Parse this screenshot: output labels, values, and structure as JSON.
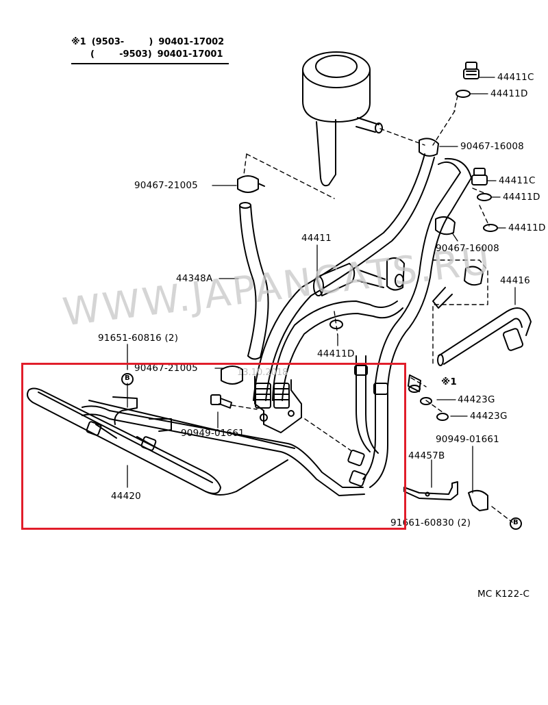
{
  "header": {
    "row1_mark": "※1",
    "row1_range": "(9503-        )",
    "row1_part": "90401-17002",
    "row2_range": "(        -9503)",
    "row2_part": "90401-17001"
  },
  "labels": {
    "p44411C_top": "44411C",
    "p44411D_top": "44411D",
    "p90467_16008_top": "90467-16008",
    "p90467_21005_top": "90467-21005",
    "p44411C_mid": "44411C",
    "p44411D_mid1": "44411D",
    "p44411D_mid2": "44411D",
    "p44411": "44411",
    "p90467_16008_mid": "90467-16008",
    "p44348A": "44348A",
    "p44416": "44416",
    "p91651_60816": "91651-60816 (2)",
    "p44411D_low": "44411D",
    "p90467_21005_low": "90467-21005",
    "p_mark1": "※1",
    "p44423G_1": "44423G",
    "p44423G_2": "44423G",
    "p90949_01661_left": "90949-01661",
    "p90949_01661_right": "90949-01661",
    "p44457B": "44457B",
    "p44420": "44420",
    "p91661_60830": "91661-60830 (2)",
    "b_left": "B",
    "b_right": "B",
    "figure_code": "MC  K122-C"
  },
  "watermark": {
    "text": "WWW.JAPANCATS.RU",
    "date": "13.10.2018"
  },
  "colors": {
    "line": "#000000",
    "highlight": "#e11d2a",
    "watermark": "#c8c8c8"
  }
}
